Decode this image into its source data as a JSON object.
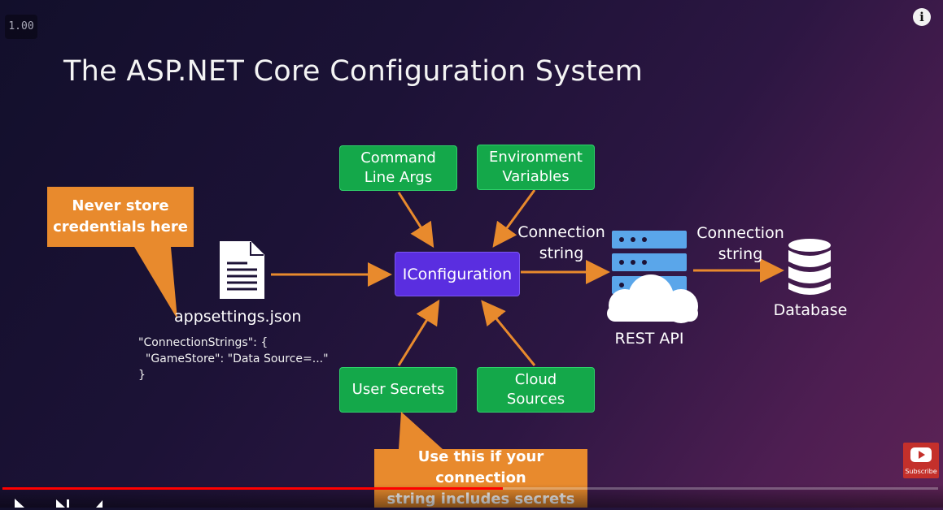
{
  "player": {
    "speed": "1.00",
    "info_icon": "info-icon",
    "subscribe_label": "Subscribe",
    "progress_fraction": 0.535
  },
  "slide": {
    "title": "The ASP.NET Core Configuration System",
    "sources": {
      "command_line": "Command\nLine Args",
      "environment": "Environment\nVariables",
      "user_secrets": "User Secrets",
      "cloud": "Cloud\nSources"
    },
    "iconfiguration": "IConfiguration",
    "appsettings": {
      "label": "appsettings.json",
      "code": "\"ConnectionStrings\": {\n  \"GameStore\": \"Data Source=...\"\n}"
    },
    "callouts": {
      "never_store": "Never store\ncredentials here",
      "use_this": "Use this if your connection\nstring includes secrets"
    },
    "connection_string_1": "Connection\nstring",
    "connection_string_2": "Connection\nstring",
    "rest_api": "REST API",
    "database": "Database"
  },
  "colors": {
    "green": "#14a84a",
    "purple": "#5a2ee0",
    "orange": "#e88a2d",
    "progress_red": "#ff0000"
  }
}
